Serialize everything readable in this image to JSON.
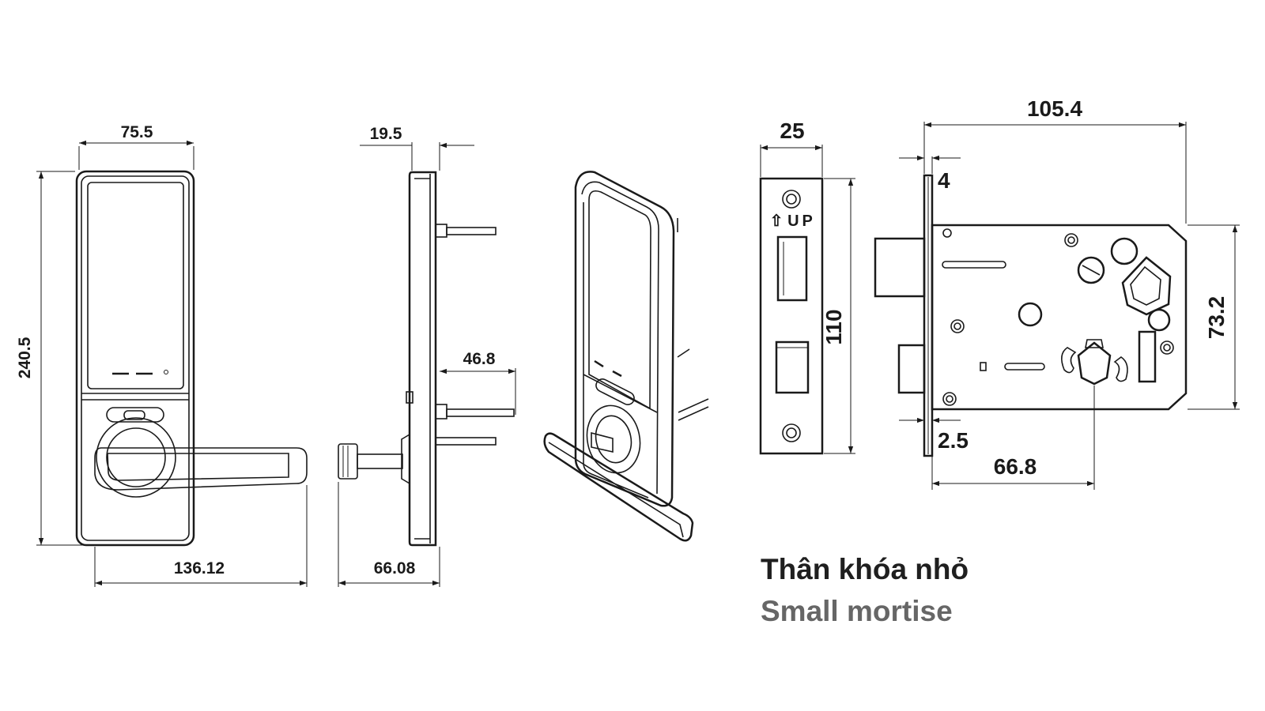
{
  "dimensions": {
    "front_width": "75.5",
    "front_height": "240.5",
    "handle_length": "136.12",
    "side_thickness": "19.5",
    "side_spindle": "46.8",
    "side_depth": "66.08",
    "faceplate_width": "25",
    "faceplate_height": "110",
    "mortise_length": "105.4",
    "faceplate_thickness": "4",
    "mortise_height": "73.2",
    "offset": "2.5",
    "backset": "66.8"
  },
  "faceplate": {
    "up_label": "UP",
    "arrow": "⇧"
  },
  "caption": {
    "vi": "Thân khóa nhỏ",
    "en": "Small mortise"
  },
  "colors": {
    "line": "#1a1a1a",
    "caption_en": "#666666"
  }
}
